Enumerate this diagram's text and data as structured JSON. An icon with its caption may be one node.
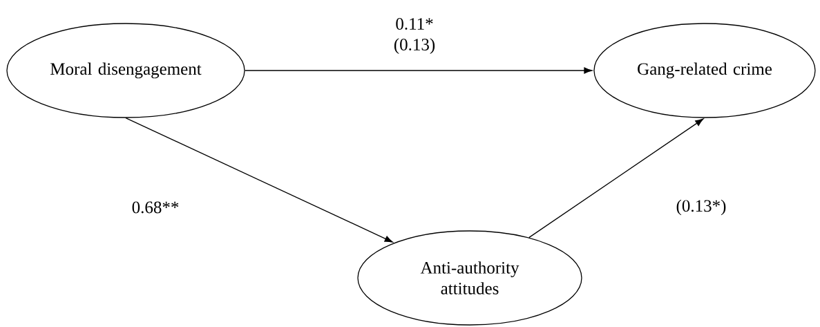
{
  "diagram": {
    "nodes": [
      {
        "text": [
          "Moral disengagement"
        ]
      },
      {
        "text": [
          "Gang-related crime"
        ]
      },
      {
        "text": [
          "Anti-authority attitudes"
        ]
      }
    ],
    "edges": [
      {
        "from": 0,
        "to": 1,
        "arrow": "to",
        "label": "0.11* (0.13)"
      },
      {
        "from": 0,
        "to": 2,
        "arrow": "to",
        "label": "0.68**"
      },
      {
        "from": 2,
        "to": 1,
        "arrow": "to",
        "label": "(0.13*)"
      }
    ]
  }
}
